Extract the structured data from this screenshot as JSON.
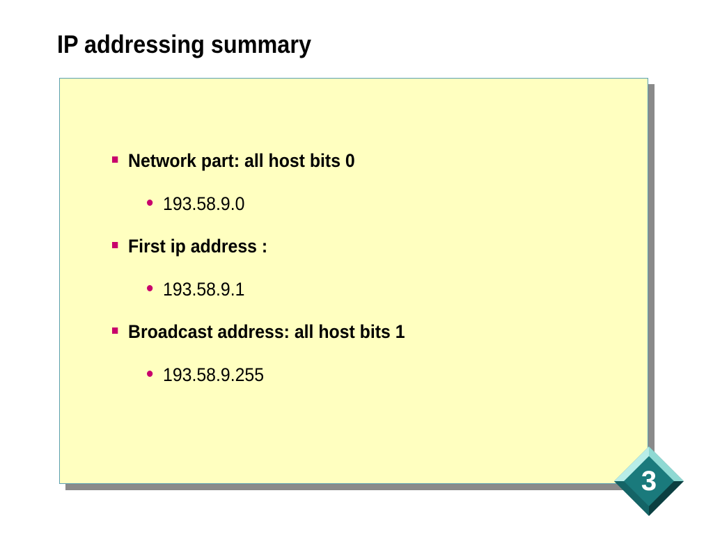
{
  "slide": {
    "title": "IP addressing summary",
    "bullets": [
      {
        "text": "Network part: all host bits 0",
        "sub": "193.58.9.0"
      },
      {
        "text": "First ip address :",
        "sub": "193.58.9.1"
      },
      {
        "text": "Broadcast address: all host bits 1",
        "sub": "193.58.9.255"
      }
    ],
    "slide_number": "3"
  },
  "colors": {
    "panel_background": "#ffffc0",
    "panel_border": "#5aa0b4",
    "bullet_accent": "#c8006c",
    "badge_teal": "#1a7a7c",
    "badge_dark": "#0e4f51",
    "badge_light": "#8fd9d3"
  },
  "icons": {
    "level1_bullet": "square-bullet-icon",
    "level2_bullet": "dot-bullet-icon"
  }
}
